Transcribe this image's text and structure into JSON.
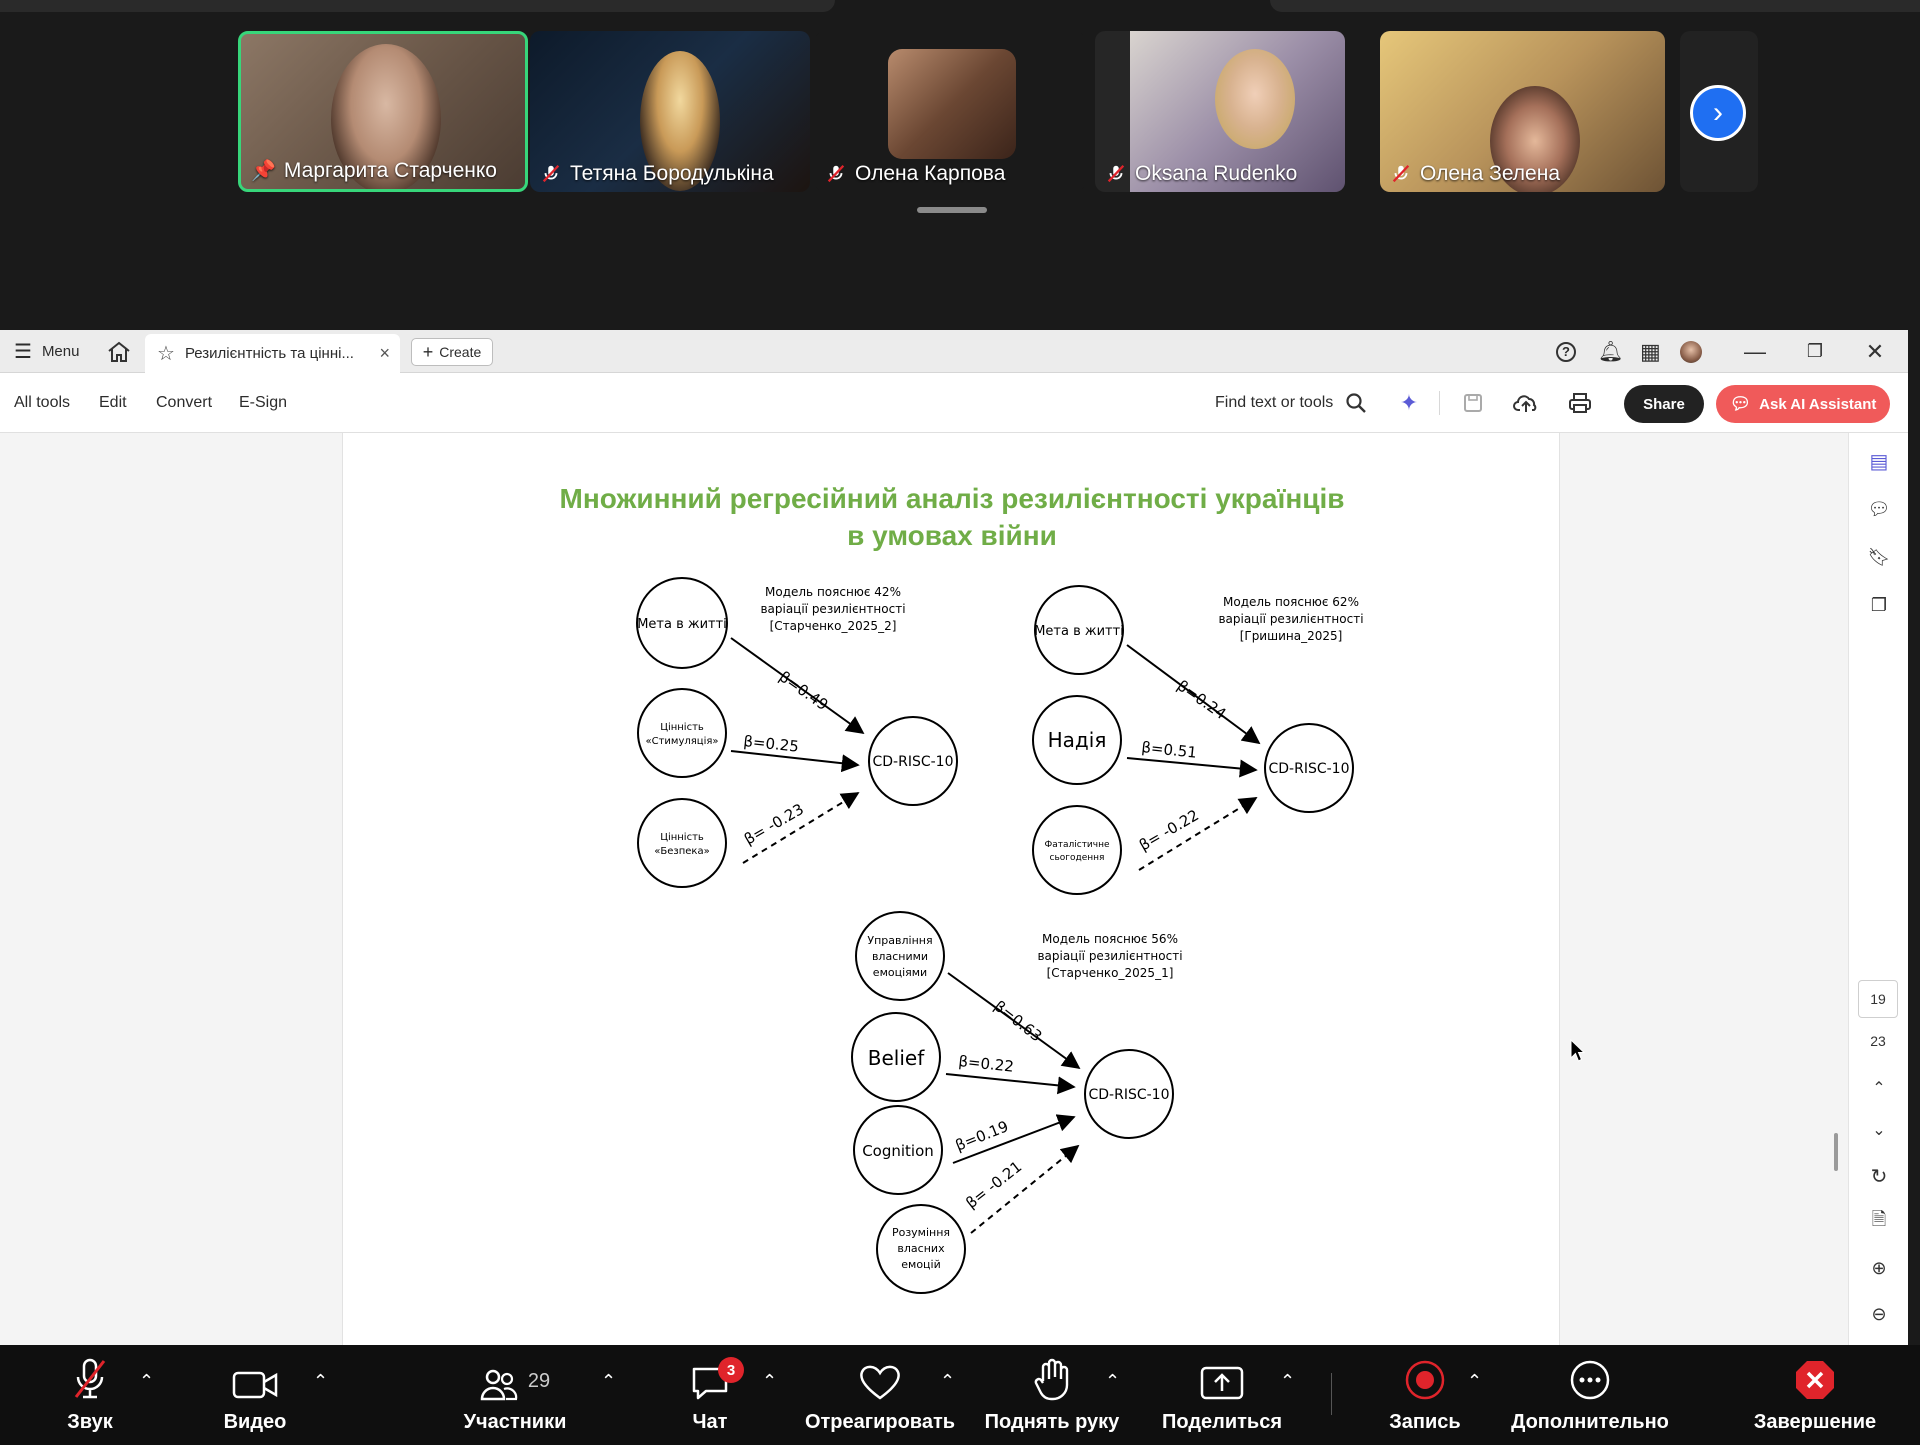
{
  "meeting": {
    "participants_tiles": [
      {
        "name": "Маргарита Старченко",
        "muted": false,
        "pinned": true
      },
      {
        "name": "Тетяна Бородулькіна",
        "muted": true
      },
      {
        "name": "Олена Карпова",
        "muted": true
      },
      {
        "name": "Oksana Rudenko",
        "muted": true
      },
      {
        "name": "Олена Зелена",
        "muted": true
      }
    ],
    "next_icon": "chevron-right-icon"
  },
  "acrobat": {
    "menu_label": "Menu",
    "tab_title": "Резилієнтність та цінні...",
    "create_label": "Create",
    "toolbar": {
      "all_tools": "All tools",
      "edit": "Edit",
      "convert": "Convert",
      "esign": "E-Sign",
      "find": "Find text or tools",
      "share": "Share",
      "ai": "Ask AI Assistant"
    },
    "page_current": "19",
    "page_total": "23",
    "accent": "#f05a5a"
  },
  "slide": {
    "title_line1": "Множинний регресійний аналіз резилієнтності українців",
    "title_line2": "в умовах війни",
    "title_color": "#70ad47",
    "diagram1": {
      "note": [
        "Модель пояснює 42%",
        "варіації резилієнтності",
        "[Старченко_2025_2]"
      ],
      "nodes": [
        "Мета в житті",
        "Цінність «Стимуляція»",
        "Цінність «Безпека»"
      ],
      "target": "CD-RISC-10",
      "betas": [
        "β=0.49",
        "β=0.25",
        "β= -0.23"
      ]
    },
    "diagram2": {
      "note": [
        "Модель пояснює 62%",
        "варіації резилієнтності",
        "[Гришина_2025]"
      ],
      "nodes": [
        "Мета в житті",
        "Надія",
        "Фаталістичне сьогодення"
      ],
      "target": "CD-RISC-10",
      "betas": [
        "β=0.24",
        "β=0.51",
        "β= -0.22"
      ]
    },
    "diagram3": {
      "note": [
        "Модель пояснює 56%",
        "варіації резилієнтності",
        "[Старченко_2025_1]"
      ],
      "nodes": [
        "Управління власними емоціями",
        "Belief",
        "Cognition",
        "Розуміння власних емоцій"
      ],
      "target": "CD-RISC-10",
      "betas": [
        "β=0.63",
        "β=0.22",
        "β=0.19",
        "β= -0.21"
      ]
    }
  },
  "zoom_controls": {
    "audio": "Звук",
    "video": "Видео",
    "participants": "Участники",
    "participants_count": "29",
    "chat": "Чат",
    "chat_badge": "3",
    "react": "Отреагировать",
    "raise_hand": "Поднять руку",
    "share": "Поделиться",
    "record": "Запись",
    "more": "Дополнительно",
    "end": "Завершение"
  }
}
